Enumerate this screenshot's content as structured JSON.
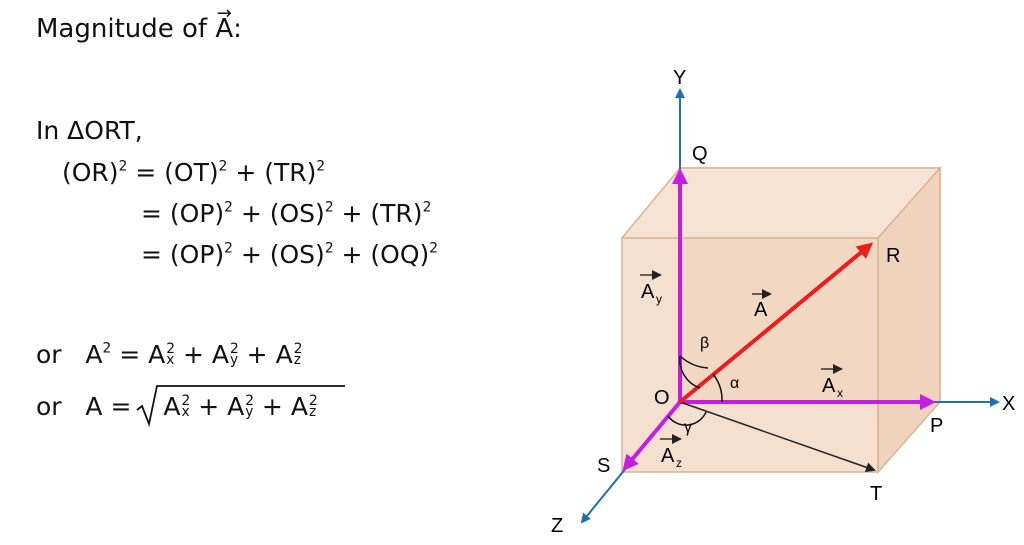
{
  "title": {
    "prefix": "Magnitude of ",
    "vector": "A",
    "suffix": ":"
  },
  "triangle_line": "In ΔORT,",
  "eq1": {
    "lhs": "(OR)",
    "rhs": "= (OT)",
    "rhs2": " + (TR)"
  },
  "eq2": {
    "text1": "= (OP)",
    "text2": " + (OS)",
    "text3": " + (TR)"
  },
  "eq3": {
    "text1": "= (OP)",
    "text2": " + (OS)",
    "text3": " + (OQ)"
  },
  "sq": "2",
  "eq4": {
    "or": "or",
    "lhs": "A",
    "eq": "=",
    "ax": "A",
    "ay": "A",
    "az": "A",
    "plus": "+"
  },
  "eq5": {
    "or": "or",
    "lhs": "A",
    "eq": "="
  },
  "subs": {
    "x": "x",
    "y": "y",
    "z": "z"
  },
  "diagram": {
    "axis_labels": {
      "x": "X",
      "y": "Y",
      "z": "Z"
    },
    "point_labels": {
      "o": "O",
      "p": "P",
      "q": "Q",
      "r": "R",
      "s": "S",
      "t": "T"
    },
    "vector_labels": {
      "a": "A",
      "ax": "A",
      "ay": "A",
      "az": "A"
    },
    "angle_labels": {
      "alpha": "α",
      "beta": "β",
      "gamma": "γ"
    },
    "colors": {
      "axis": "#1f6fb2",
      "component": "#c41ee0",
      "resultant": "#ee1c1c",
      "cube_fill": "#f3dccb",
      "cube_edge": "#d9b492"
    }
  }
}
